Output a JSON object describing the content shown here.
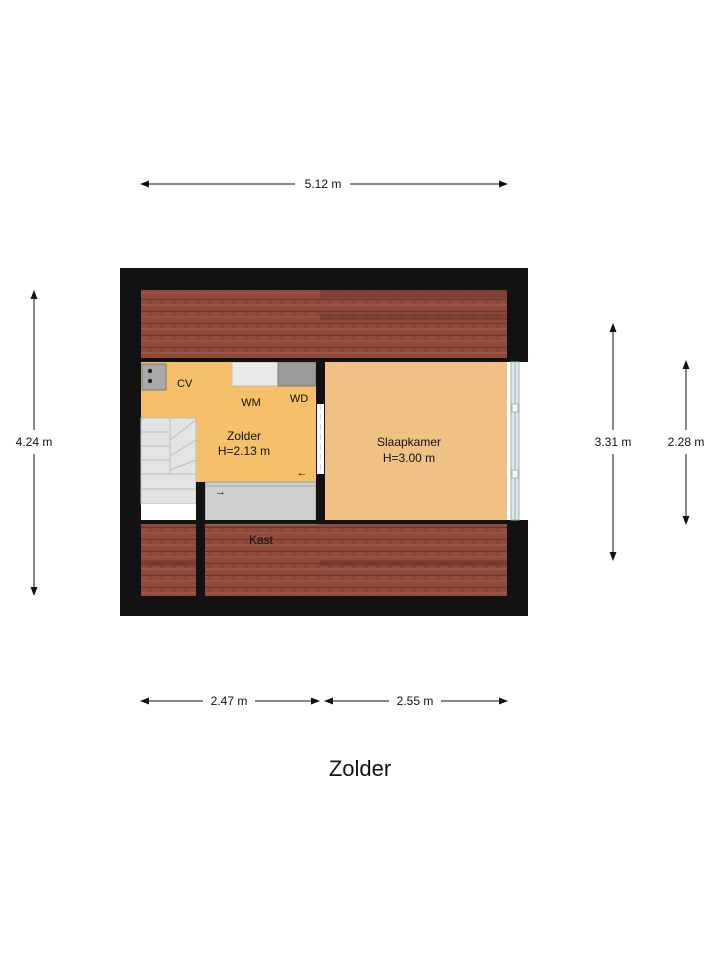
{
  "floor_title": "Zolder",
  "dimensions": {
    "top_width": "5.12 m",
    "left_height": "4.24 m",
    "right_height_outer": "3.31 m",
    "right_height_inner": "2.28 m",
    "bottom_left": "2.47 m",
    "bottom_right": "2.55 m"
  },
  "rooms": {
    "zolder": {
      "name": "Zolder",
      "height": "H=2.13 m"
    },
    "slaapkamer": {
      "name": "Slaapkamer",
      "height": "H=3.00 m"
    },
    "kast": {
      "name": "Kast"
    }
  },
  "fixtures": {
    "cv": "CV",
    "wm": "WM",
    "wd": "WD"
  },
  "colors": {
    "wall": "#121212",
    "roof_tile": "#8e4a3c",
    "roof_tile_dark": "#6e3429",
    "zolder_floor": "#f6c06a",
    "slaapkamer_floor": "#efc283",
    "storage": "#cfcfcf",
    "window": "#dfe8ea"
  }
}
